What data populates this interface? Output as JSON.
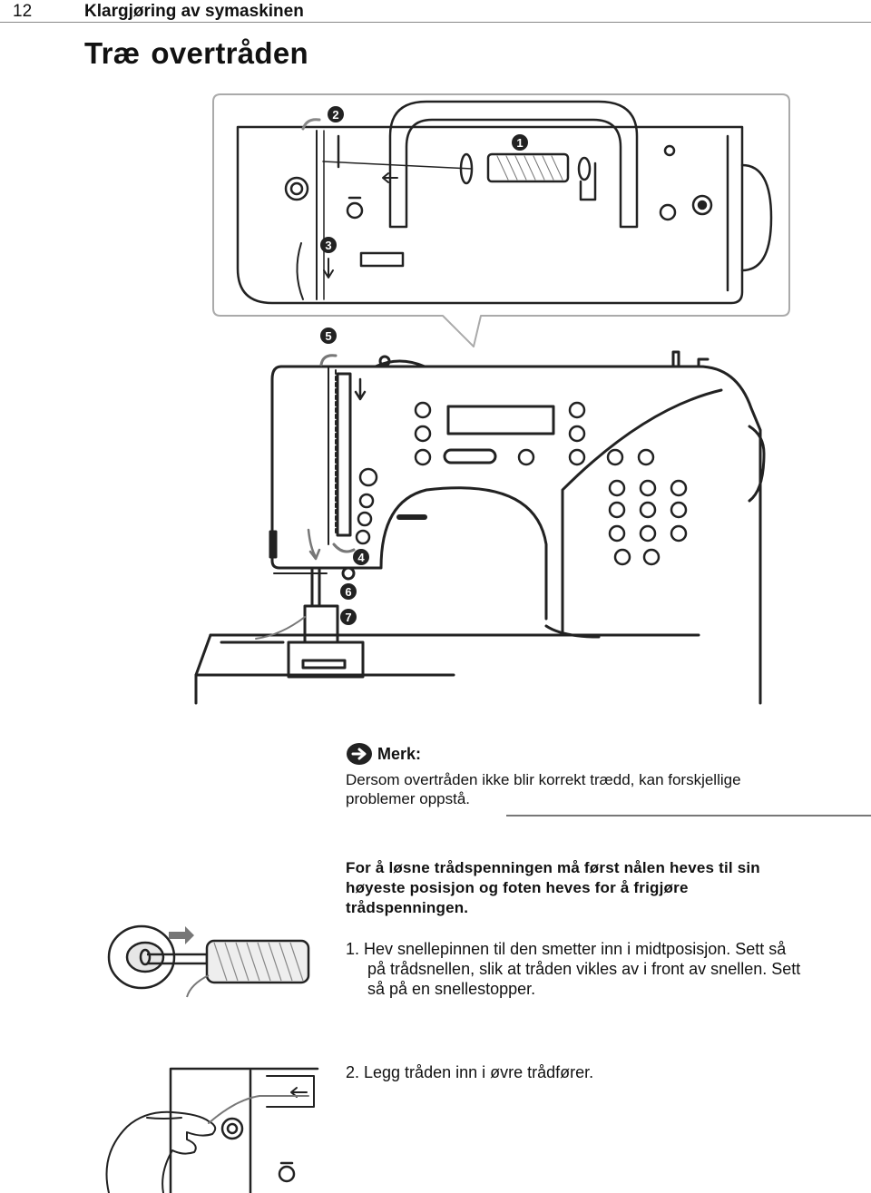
{
  "header": {
    "page_number": "12",
    "section": "Klargjøring av symaskinen"
  },
  "title": {
    "word1": "Træ",
    "word2": "overtråden"
  },
  "figure": {
    "step_markers": [
      "1",
      "2",
      "3",
      "4",
      "5",
      "6",
      "7"
    ]
  },
  "note": {
    "icon": "arrow-right-circle-icon",
    "heading": "Merk:",
    "text_line1": "Dersom overtråden ikke blir korrekt trædd, kan forskjellige",
    "text_line2": "problemer oppstå."
  },
  "intro": {
    "line1": "For å løsne trådspenningen må først nålen heves til sin",
    "line2": "høyeste posisjon og foten heves for å frigjøre",
    "line3": "trådspenningen."
  },
  "steps": [
    {
      "line1": "1. Hev snellepinnen til den smetter inn i midtposisjon. Sett så",
      "line2": "på trådsnellen, slik at tråden vikles av i front av snellen. Sett",
      "line3": "så på en snellestopper."
    },
    {
      "line1": "2. Legg tråden inn i øvre trådfører."
    }
  ]
}
